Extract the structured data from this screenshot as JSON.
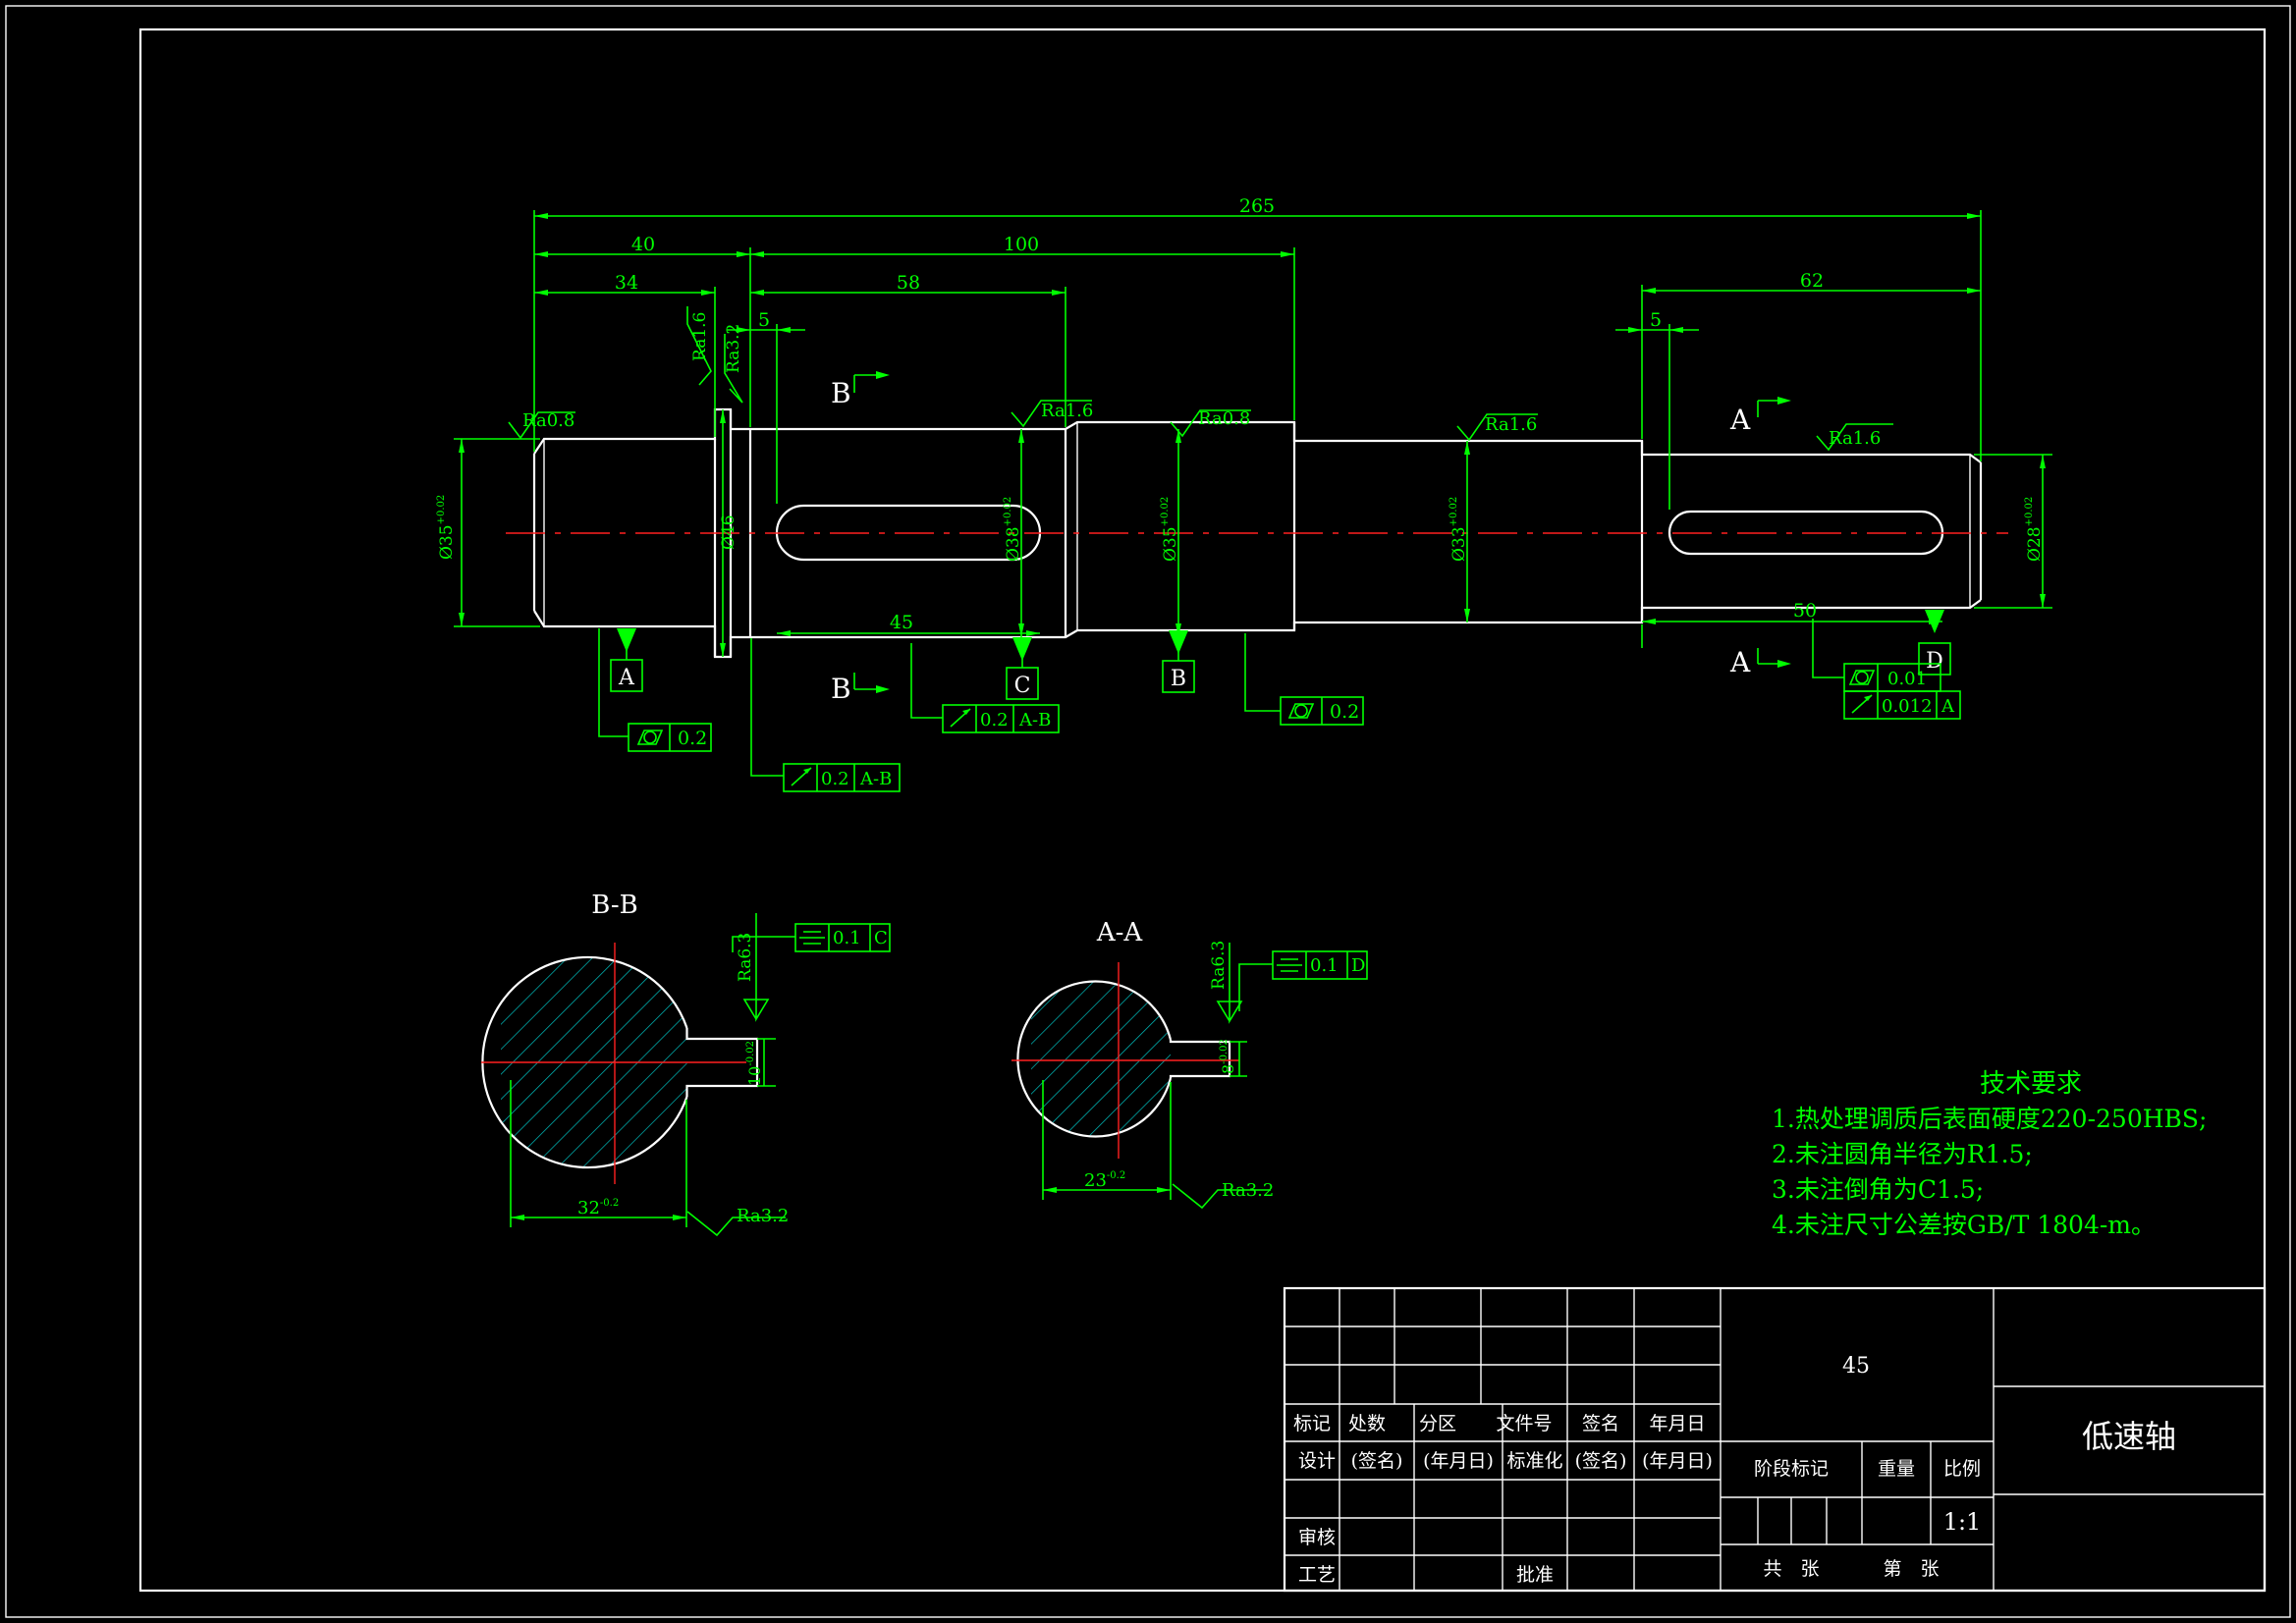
{
  "dimensions": {
    "overall": "265",
    "d40": "40",
    "d34": "34",
    "d100": "100",
    "d58": "58",
    "d5a": "5",
    "d45": "45",
    "d62": "62",
    "d5b": "5",
    "d50": "50",
    "dia_left": "Ø35",
    "dia_left_tol": "+0.02",
    "dia_collar": "Ø46",
    "dia_key1": "Ø38",
    "dia_key1_tol": "+0.02",
    "dia_mid": "Ø35",
    "dia_mid_tol": "+0.02",
    "dia_step": "Ø33",
    "dia_step_tol": "+0.02",
    "dia_right": "Ø28",
    "dia_right_tol": "+0.02",
    "bb_width": "32",
    "bb_width_tol": "-0.2",
    "bb_key": "10",
    "bb_key_tol": "-0.02",
    "aa_width": "23",
    "aa_width_tol": "-0.2",
    "aa_key": "8",
    "aa_key_tol": "-0.02"
  },
  "roughness": {
    "r1": "Ra0.8",
    "r2": "Ra1.6",
    "r3": "Ra3.2",
    "r4": "Ra1.6",
    "r5": "Ra0.8",
    "r6": "Ra1.6",
    "r7": "Ra1.6",
    "bb_r1": "Ra6.3",
    "bb_r2": "Ra3.2",
    "aa_r1": "Ra6.3",
    "aa_r2": "Ra3.2"
  },
  "datums": {
    "a": "A",
    "c": "C",
    "b": "B",
    "d": "D"
  },
  "section_marks": {
    "b_top": "B",
    "b_bottom": "B",
    "a_top": "A",
    "a_bottom": "A"
  },
  "tolerances": {
    "t1_value": "0.2",
    "t2_value": "0.2",
    "t2_ref": "A-B",
    "t3_value": "0.2",
    "t3_ref": "A-B",
    "t4_value": "0.2",
    "t5_value": "0.01",
    "t6_value": "0.012",
    "t6_ref": "A",
    "bb_value": "0.1",
    "bb_ref": "C",
    "aa_value": "0.1",
    "aa_ref": "D"
  },
  "sections": {
    "bb_label": "B-B",
    "aa_label": "A-A"
  },
  "notes": {
    "title": "技术要求",
    "items": [
      "1.热处理调质后表面硬度220-250HBS;",
      "2.未注圆角半径为R1.5;",
      "3.未注倒角为C1.5;",
      "4.未注尺寸公差按GB/T 1804-m。"
    ]
  },
  "title_block": {
    "material": "45",
    "part_name": "低速轴",
    "h_mark": "标记",
    "h_count": "处数",
    "h_zone": "分区",
    "h_doc": "文件号",
    "h_sign": "签名",
    "h_date": "年月日",
    "design": "设计",
    "sign1": "(签名)",
    "date1": "(年月日)",
    "standard": "标准化",
    "sign2": "(签名)",
    "date2": "(年月日)",
    "review": "审核",
    "process": "工艺",
    "approve": "批准",
    "stage": "阶段标记",
    "weight": "重量",
    "scale_label": "比例",
    "scale": "1:1",
    "total": "共　张",
    "sheet": "第　张"
  },
  "colors": {
    "background": "#000000",
    "outline": "#ffffff",
    "annotation": "#00ff00",
    "centerline": "#ff2020",
    "hatch": "#00bfbf"
  }
}
